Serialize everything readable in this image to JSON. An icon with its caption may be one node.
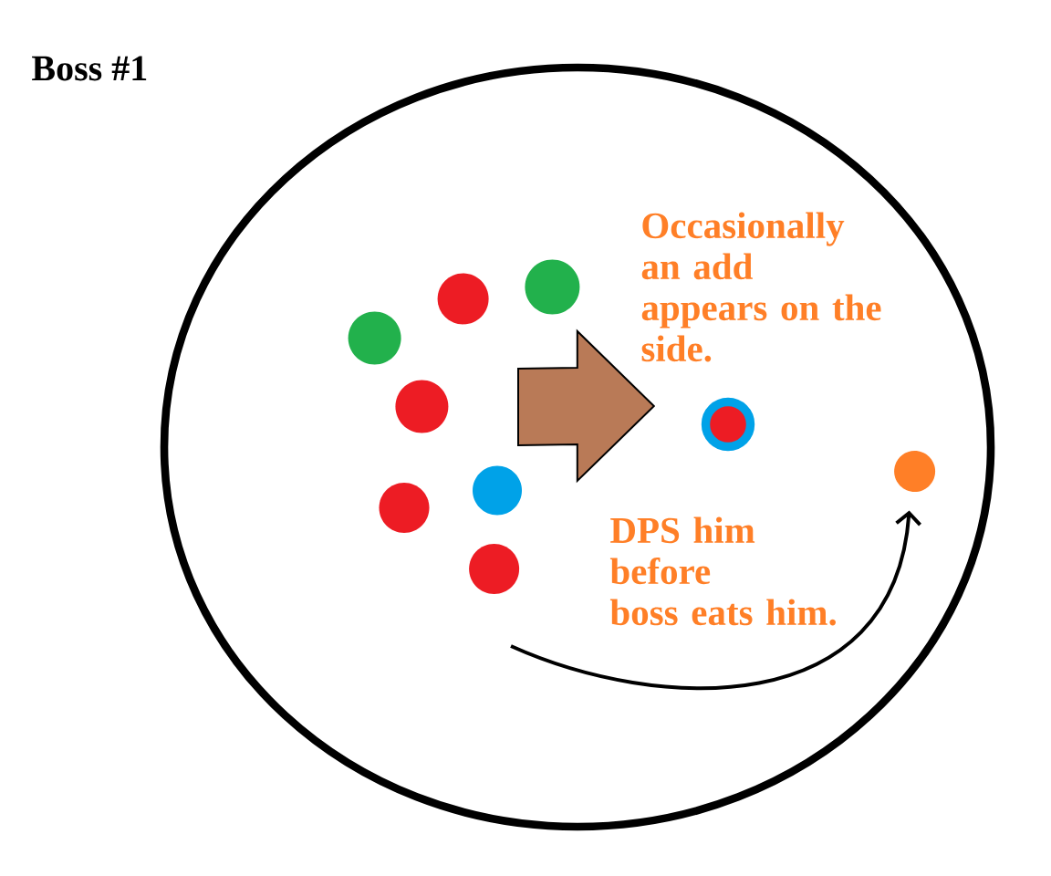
{
  "diagram": {
    "title": "Boss #1",
    "nodes": [
      {
        "text": [],
        "shape": "circle"
      },
      {
        "text": [],
        "shape": "circle",
        "in": 0
      },
      {
        "text": [],
        "shape": "circle",
        "in": 0
      },
      {
        "text": [],
        "shape": "circle",
        "in": 0
      },
      {
        "text": [],
        "shape": "circle",
        "in": 0
      },
      {
        "text": [],
        "shape": "circle",
        "in": 0
      },
      {
        "text": [],
        "shape": "circle",
        "in": 0
      },
      {
        "text": [],
        "shape": "circle",
        "in": 0
      },
      {
        "text": [],
        "shape": "circle",
        "in": 0
      },
      {
        "text": [],
        "shape": "circle",
        "in": 0
      }
    ],
    "edges": [
      {
        "from": null,
        "to": 8,
        "arrow": "to",
        "style": "thick",
        "color": "#b97a57"
      },
      {
        "from": null,
        "to": 9,
        "arrow": "to"
      }
    ],
    "labels": [
      "Occasionally an add appears on the side.",
      "DPS him before boss eats him."
    ]
  }
}
